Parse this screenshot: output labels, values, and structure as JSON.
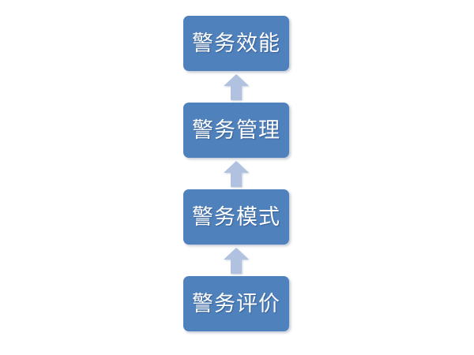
{
  "diagram": {
    "title": "",
    "type": "vertical-flow",
    "direction": "bottom-to-top",
    "background_color": "#ffffff",
    "node_fill_color": "#4f81bd",
    "node_text_color": "#ffffff",
    "arrow_color": "#b0c2e0",
    "nodes": [
      {
        "id": "node-1",
        "label": "警务效能",
        "order": 4
      },
      {
        "id": "node-2",
        "label": "警务管理",
        "order": 3
      },
      {
        "id": "node-3",
        "label": "警务模式",
        "order": 2
      },
      {
        "id": "node-4",
        "label": "警务评价",
        "order": 1
      }
    ],
    "connectors": [
      {
        "id": "arrow-1",
        "from": "node-2",
        "to": "node-1",
        "glyph": "up-arrow"
      },
      {
        "id": "arrow-2",
        "from": "node-3",
        "to": "node-2",
        "glyph": "up-arrow"
      },
      {
        "id": "arrow-3",
        "from": "node-4",
        "to": "node-3",
        "glyph": "up-arrow"
      }
    ]
  }
}
